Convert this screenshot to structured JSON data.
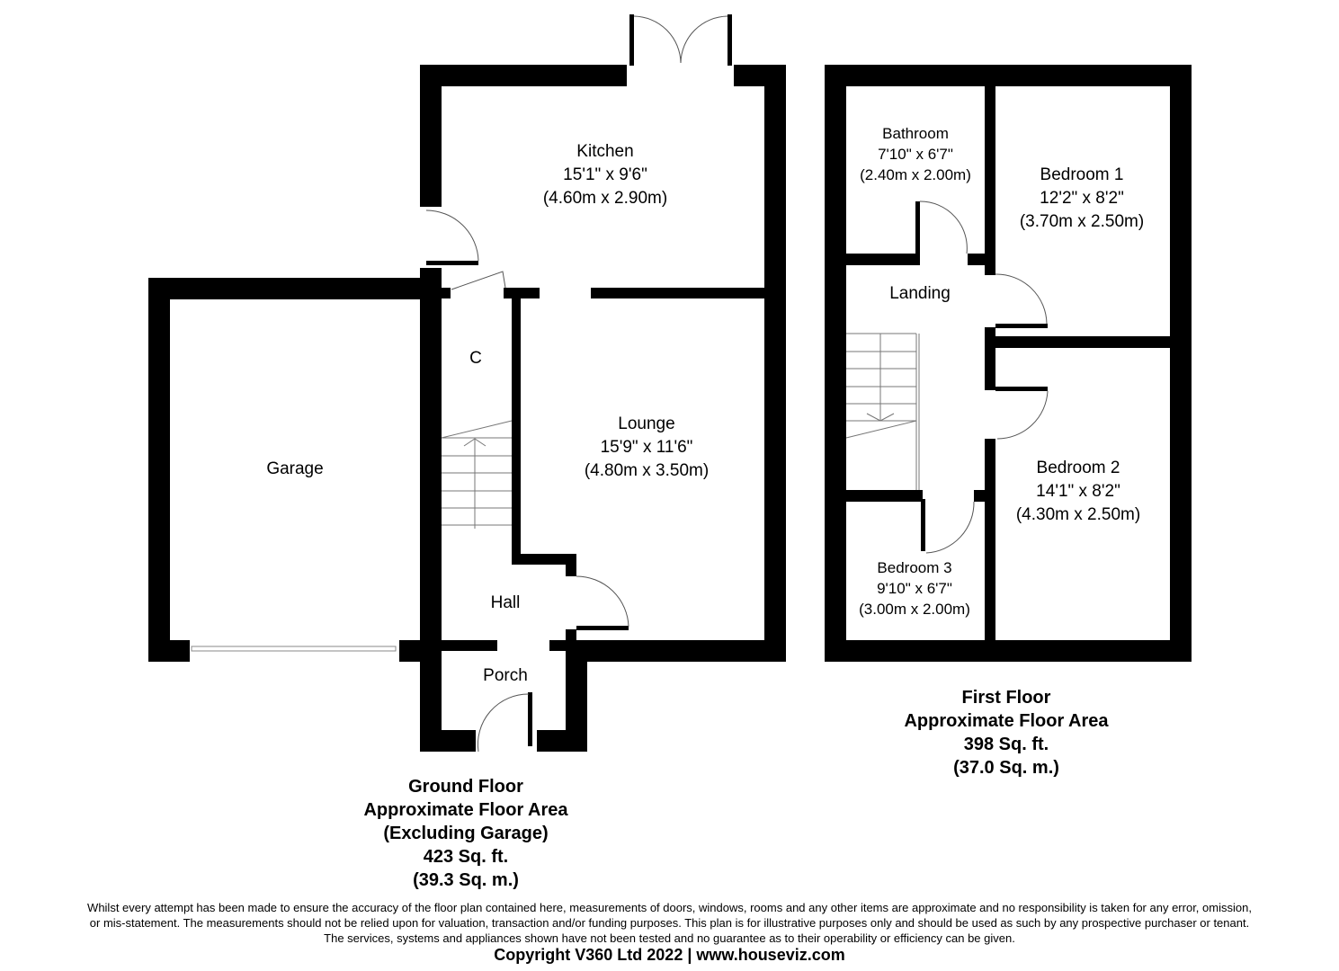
{
  "ground_floor": {
    "rooms": {
      "kitchen": {
        "name": "Kitchen",
        "imperial": "15'1\" x 9'6\"",
        "metric": "(4.60m x 2.90m)"
      },
      "lounge": {
        "name": "Lounge",
        "imperial": "15'9\" x 11'6\"",
        "metric": "(4.80m x 3.50m)"
      },
      "garage": {
        "name": "Garage"
      },
      "cupboard": {
        "name": "C"
      },
      "hall": {
        "name": "Hall"
      },
      "porch": {
        "name": "Porch"
      }
    },
    "area": {
      "title": "Ground Floor",
      "subtitle": "Approximate Floor Area",
      "note": "(Excluding Garage)",
      "sqft": "423 Sq. ft.",
      "sqm": "(39.3 Sq. m.)"
    }
  },
  "first_floor": {
    "rooms": {
      "bathroom": {
        "name": "Bathroom",
        "imperial": "7'10\" x 6'7\"",
        "metric": "(2.40m x 2.00m)"
      },
      "bedroom1": {
        "name": "Bedroom 1",
        "imperial": "12'2\" x 8'2\"",
        "metric": "(3.70m x 2.50m)"
      },
      "landing": {
        "name": "Landing"
      },
      "bedroom2": {
        "name": "Bedroom 2",
        "imperial": "14'1\" x 8'2\"",
        "metric": "(4.30m x 2.50m)"
      },
      "bedroom3": {
        "name": "Bedroom 3",
        "imperial": "9'10\" x 6'7\"",
        "metric": "(3.00m x 2.00m)"
      }
    },
    "area": {
      "title": "First Floor",
      "subtitle": "Approximate Floor Area",
      "sqft": "398 Sq. ft.",
      "sqm": "(37.0 Sq. m.)"
    }
  },
  "disclaimer": {
    "line1": "Whilst every attempt has been made to ensure the accuracy of the floor plan contained here, measurements of doors, windows, rooms and any other items are approximate and no responsibility is taken for any error, omission,",
    "line2": "or mis-statement. The measurements should not be relied upon for valuation, transaction and/or funding purposes. This plan is for illustrative purposes only and should be used as such by any prospective purchaser or tenant.",
    "line3": "The services, systems and appliances shown have not been tested and no guarantee as to their operability or efficiency can be given."
  },
  "copyright": "Copyright V360 Ltd 2022 | www.houseviz.com",
  "colors": {
    "wall": "#000000",
    "background": "#ffffff",
    "fixture_line": "#555555"
  }
}
